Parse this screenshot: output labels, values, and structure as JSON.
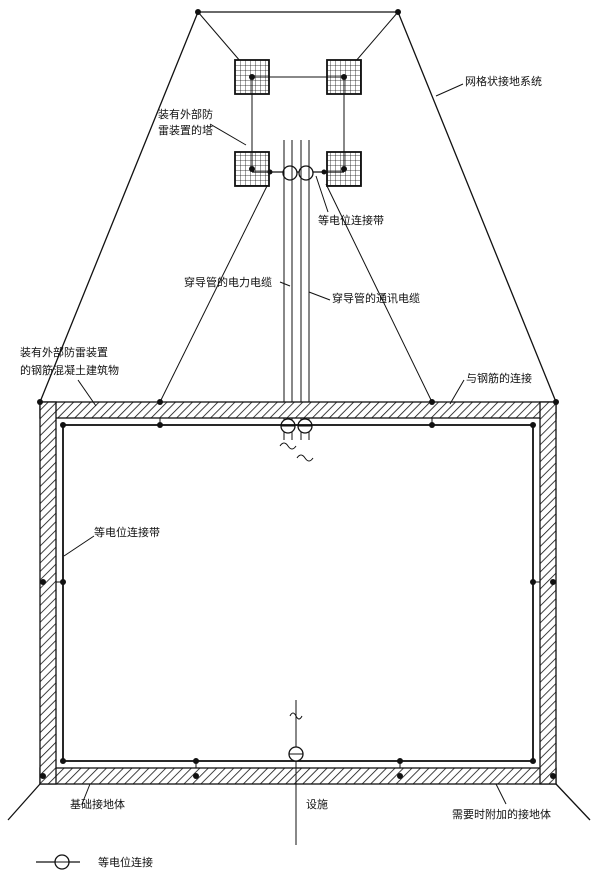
{
  "labels": {
    "mesh_grounding": "网格状接地系统",
    "tower_line1": "装有外部防",
    "tower_line2": "雷装置的塔",
    "bonding_bar_top": "等电位连接带",
    "power_cable": "穿导管的电力电缆",
    "telecom_cable": "穿导管的通讯电缆",
    "building_line1": "装有外部防雷装置",
    "building_line2": "的钢筋混凝土建筑物",
    "rebar_connection": "与钢筋的连接",
    "bonding_bar_inner": "等电位连接带",
    "foundation_earth": "基础接地体",
    "facility": "设施",
    "additional_earth": "需要时附加的接地体",
    "legend_bonding": "等电位连接"
  },
  "colors": {
    "ink": "#111111",
    "background": "#ffffff"
  }
}
